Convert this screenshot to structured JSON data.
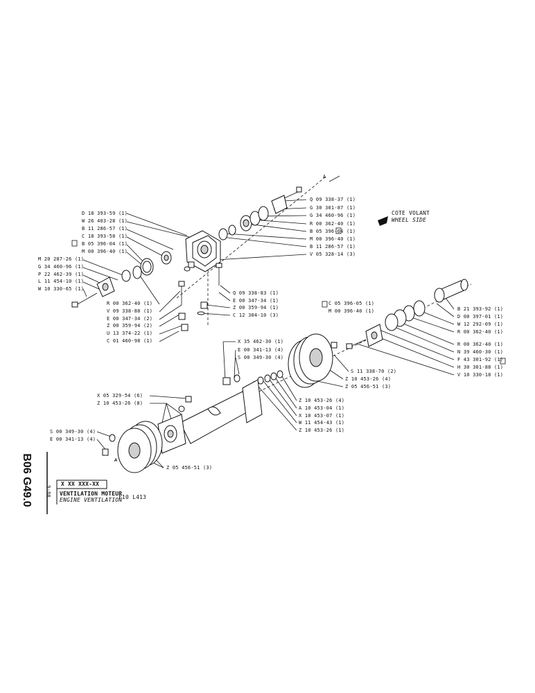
{
  "header": {
    "direction_fr": "COTE VOLANT",
    "direction_en": "WHEEL SIDE",
    "arrow_ref_top": "A",
    "arrow_ref_bottom": "A"
  },
  "left_labels": [
    "D 18 393-59 (1)",
    "W 26 403-28 (1)",
    "B 11 286-57 (1)",
    "C 18 393-58 (1)",
    "B 05 396-04 (1)",
    "M 00 396-40 (1)",
    "M 20 287-26 (1)",
    "G 34 460-96 (1)",
    "P 22 462-39 (1)",
    "L 11 454-10 (1)",
    "W 10 330-65 (1)"
  ],
  "left_lower_labels": [
    "R 00 362-40 (1)",
    "V 09 338-88 (1)",
    "E 00 347-34 (2)",
    "Z 00 359-94 (2)",
    "U 13 374-22 (1)",
    "C 01 460-98 (1)"
  ],
  "top_right_labels": [
    "Q 09 338-37 (1)",
    "G 30 301-87 (1)",
    "G 34 460-96 (1)",
    "R 00 362-40 (1)",
    "B 05 396-04 (1)",
    "M 00 396-40 (1)",
    "B 11 286-57 (1)",
    "V 05 328-14 (3)"
  ],
  "mid_labels": [
    "Q 09 338-83 (1)",
    "E 00 347-34 (1)",
    "Z 00 359-94 (1)",
    "C 12 304-10 (3)"
  ],
  "right_left_labels": [
    "C 05 396-05 (1)",
    "M 00 396-40 (1)"
  ],
  "right_labels": [
    "B 21 393-92 (1)",
    "D 00 397-01 (1)",
    "W 12 292-09 (1)",
    "R 00 362-40 (1)",
    "R 00 362-40 (1)",
    "N 39 460-30 (1)",
    "F 43 301-92 (1)",
    "H 30 301-88 (1)",
    "V 10 330-18 (1)"
  ],
  "center_labels": [
    "X 35 462-30 (1)",
    "E 00 341-13 (4)",
    "S 00 349-30 (4)",
    "S 11 338-70 (2)",
    "Z 10 453-26 (4)",
    "Z 05 456-51 (3)",
    "Z 10 453-26 (4)",
    "A 10 453-04 (1)",
    "X 10 453-07 (1)",
    "W 11 454-43 (1)",
    "Z 10 453-26 (1)"
  ],
  "bottom_left_labels": [
    "X 05 329-54 (6)",
    "Z 10 453-26 (8)",
    "S 00 349-30 (4)",
    "E 00 341-13 (4)",
    "Z 05 456-51 (3)"
  ],
  "title_block": {
    "code_box": "X XX XXX-XX",
    "title_fr": "VENTILATION MOTEUR",
    "title_en": "ENGINE VENTILATION",
    "model": "F10 L413",
    "sheet_id": "B06 G49.0",
    "date": "9-80"
  }
}
